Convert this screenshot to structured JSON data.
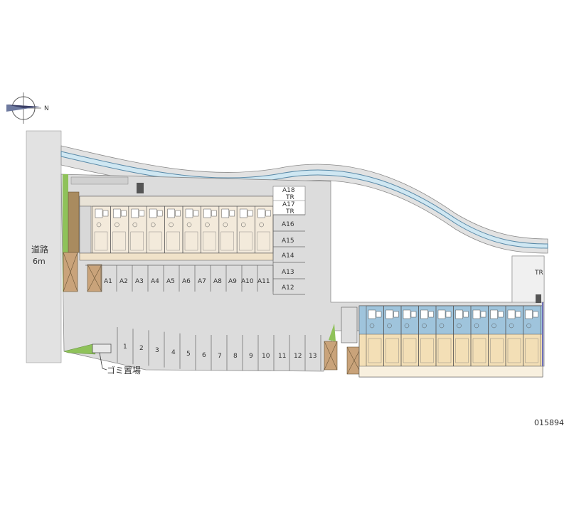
{
  "compass": {
    "north_letter": "N",
    "icon": "compass-icon"
  },
  "road": {
    "name": "道路",
    "width": "6m"
  },
  "garbage_area": "ゴミ置場",
  "reference_code": "015894",
  "parking": {
    "row_a_bottom": [
      "A1",
      "A2",
      "A3",
      "A4",
      "A5",
      "A6",
      "A7",
      "A8",
      "A9",
      "A10",
      "A11"
    ],
    "row_a_right": [
      "A12",
      "A13",
      "A14",
      "A15",
      "A16",
      "A17",
      "A18"
    ],
    "tr_labels": [
      "TR",
      "TR"
    ],
    "lower_row": [
      "1",
      "2",
      "3",
      "4",
      "5",
      "6",
      "7",
      "8",
      "9",
      "10",
      "11",
      "12",
      "13"
    ]
  },
  "building_east": {
    "tr_label": "TR"
  },
  "colors": {
    "paving": "#dfdfdf",
    "river_water": "#cfe7f2",
    "river_edge": "#5a8aa8",
    "building_a_floor": "#f3eadb",
    "building_b_upper": "#9fc4dc",
    "building_b_lower": "#f3dfb6",
    "lawn": "#8fc25a",
    "wood": "#b28a5e"
  }
}
